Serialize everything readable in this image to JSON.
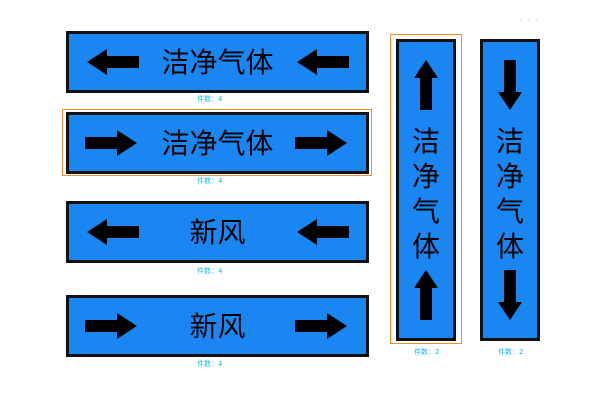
{
  "signs": [
    {
      "text": "洁净气体",
      "arrow": "left",
      "qty": "件数：4"
    },
    {
      "text": "洁净气体",
      "arrow": "right",
      "qty": "件数：4"
    },
    {
      "text": "新风",
      "arrow": "left",
      "qty": "件数：4"
    },
    {
      "text": "新风",
      "arrow": "right",
      "qty": "件数：4"
    },
    {
      "text": "洁净气体",
      "arrow": "up",
      "qty": "件数：2"
    },
    {
      "text": "洁净气体",
      "arrow": "down",
      "qty": "件数：2"
    }
  ],
  "colors": {
    "sign_fill": "#1a86f2",
    "border": "#111111",
    "selection": "#f58d2a",
    "qty_text": "#10b8e8"
  },
  "icons": [
    "arrow-left-icon",
    "arrow-right-icon",
    "arrow-up-icon",
    "arrow-down-icon"
  ]
}
